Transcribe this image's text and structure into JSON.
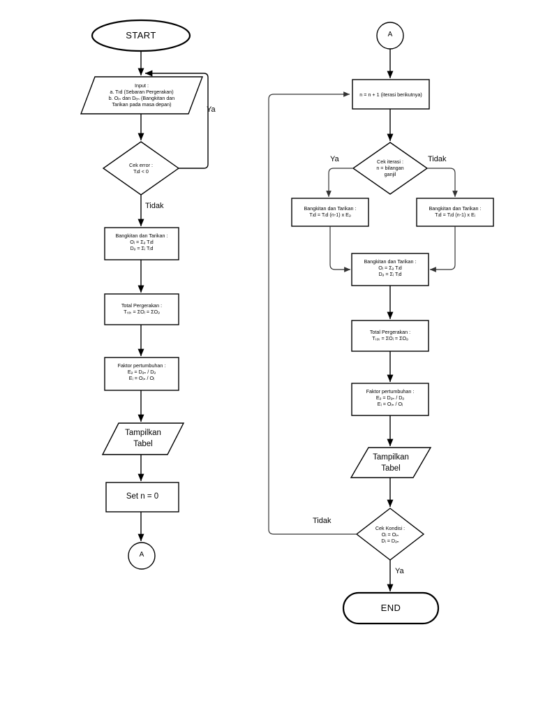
{
  "diagram": {
    "title": "Flowchart Metode Furness (Bangkitan dan Tarikan Pergerakan)",
    "language": "id",
    "columns": 2
  },
  "left_column": {
    "start": {
      "label": "START",
      "shape": "terminator"
    },
    "input": {
      "shape": "parallelogram",
      "line1": "Input :",
      "line2": "a. Tıd (Sebaran Pergerakan)",
      "line3": "b. Oᵢₙ dan Dₑₙ (Bangkitan dan",
      "line4": "Tarikan pada masa depan)"
    },
    "check_error": {
      "shape": "decision",
      "line1": "Cek error :",
      "line2": "Tᵢd < 0",
      "branch_yes": "Ya",
      "branch_no": "Tidak"
    },
    "trip_ends": {
      "shape": "process",
      "line1": "Bangkitan dan Tarikan :",
      "line2": "Oᵢ = Σₔ Tᵢd",
      "line3": "Dₔ = Σᵢ Tᵢd"
    },
    "total_movement": {
      "shape": "process",
      "line1": "Total Pergerakan :",
      "line2": "Tₜₒₜ = ΣOᵢ = ΣOₔ"
    },
    "growth_factor": {
      "shape": "process",
      "line1": "Faktor pertumbuhan :",
      "line2": "Eₔ = Dₔₙ / Dₔ",
      "line3": "Eᵢ = Oᵢₙ / Oᵢ"
    },
    "display_table": {
      "shape": "parallelogram",
      "line1": "Tampilkan",
      "line2": "Tabel"
    },
    "set_n": {
      "shape": "process",
      "label": "Set n = 0"
    },
    "connector_out": {
      "shape": "connector",
      "label": "A"
    }
  },
  "right_column": {
    "connector_in": {
      "shape": "connector",
      "label": "A"
    },
    "increment": {
      "shape": "process",
      "label": "n = n + 1 (iterasi berikutnya)"
    },
    "check_iteration": {
      "shape": "decision",
      "line1": "Cek iterasi :",
      "line2": "n = bilangan",
      "line3": "ganjil",
      "branch_yes": "Ya",
      "branch_no": "Tidak"
    },
    "trip_ends_odd": {
      "shape": "process",
      "line1": "Bangkitan dan Tarikan :",
      "line2": "Tᵢd = Tᵢd (n-1) x Eₔ"
    },
    "trip_ends_even": {
      "shape": "process",
      "line1": "Bangkitan dan Tarikan :",
      "line2": "Tᵢd = Tᵢd (n-1) x Eᵢ"
    },
    "trip_ends_merge": {
      "shape": "process",
      "line1": "Bangkitan dan Tarikan :",
      "line2": "Oᵢ = Σₔ Tᵢd",
      "line3": "Dₔ = Σᵢ Tᵢd"
    },
    "total_movement": {
      "shape": "process",
      "line1": "Total Pergerakan :",
      "line2": "Tₜₒₜ = ΣOᵢ = ΣOₔ"
    },
    "growth_factor": {
      "shape": "process",
      "line1": "Faktor pertumbuhan :",
      "line2": "Eₔ = Dₔₙ / Dₔ",
      "line3": "Eᵢ = Oᵢₙ / Oᵢ"
    },
    "display_table": {
      "shape": "parallelogram",
      "line1": "Tampilkan",
      "line2": "Tabel"
    },
    "check_condition": {
      "shape": "decision",
      "line1": "Cek Kondisi :",
      "line2": "Oᵢ = Oᵢₙ",
      "line3": "Dᵢ = Dₔₙ",
      "branch_yes": "Ya",
      "branch_no": "Tidak"
    },
    "end": {
      "label": "END",
      "shape": "terminator"
    }
  },
  "colors": {
    "stroke": "#000000",
    "fill": "#ffffff",
    "background": "#ffffff",
    "loop_stroke": "#333333"
  }
}
